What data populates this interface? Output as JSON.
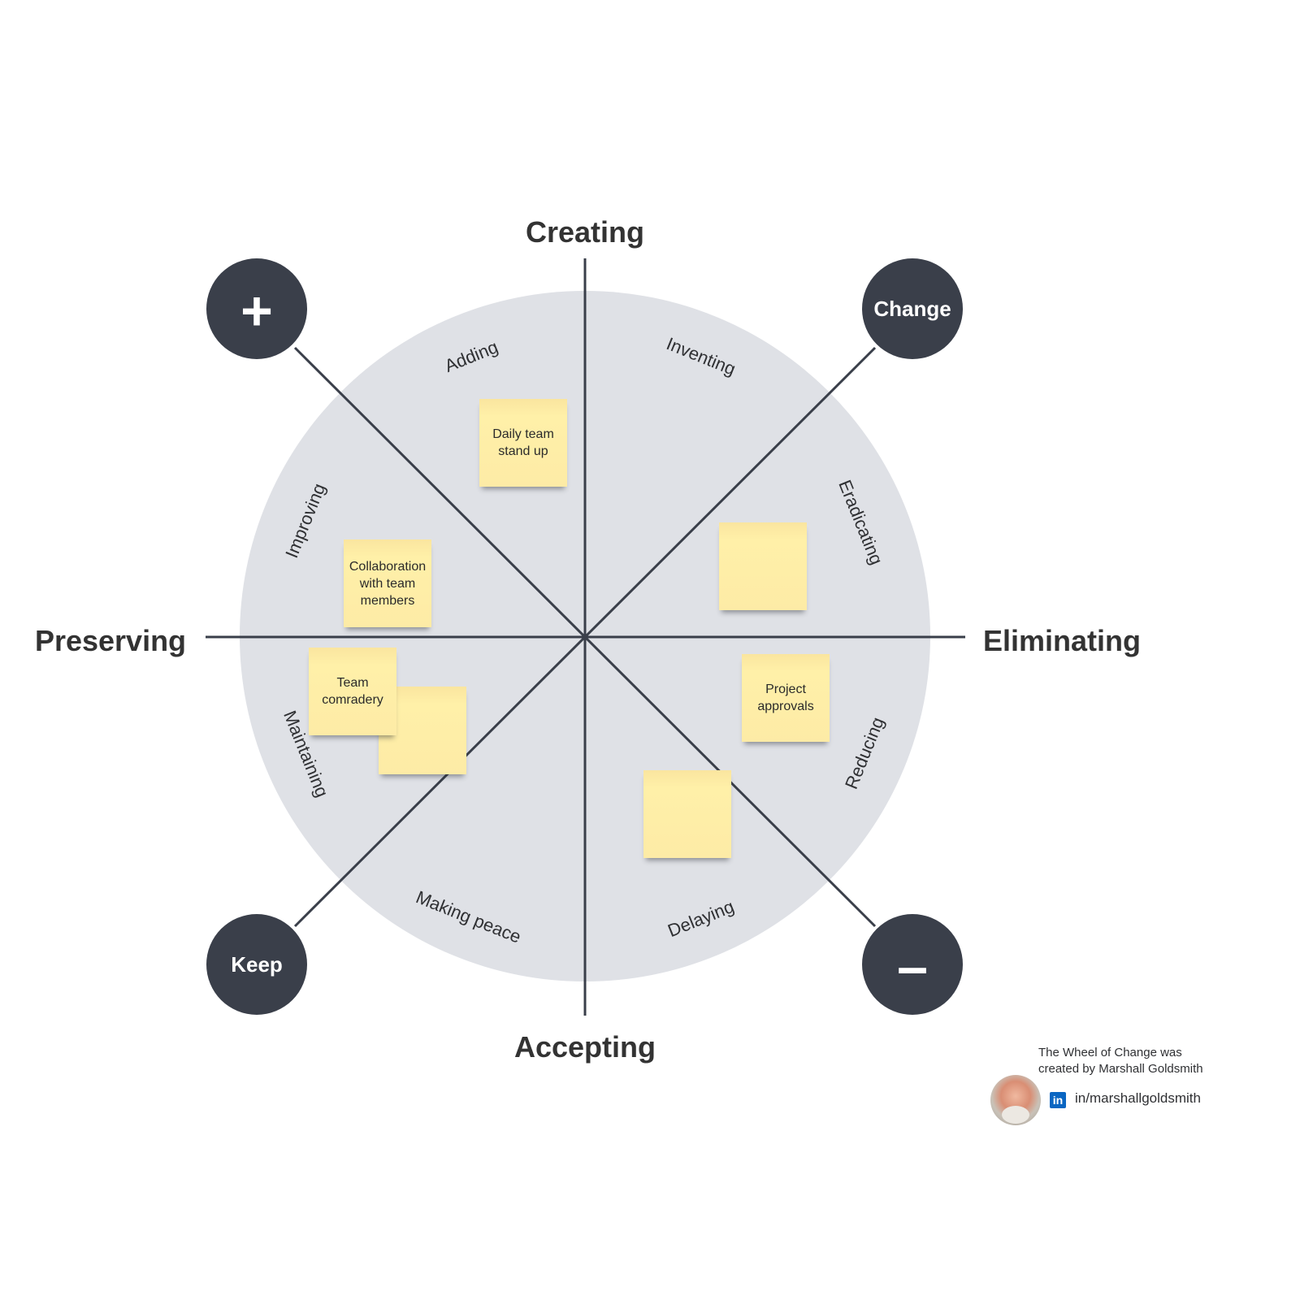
{
  "axes": {
    "top": "Creating",
    "bottom": "Accepting",
    "left": "Preserving",
    "right": "Eliminating"
  },
  "nodes": {
    "top_left": {
      "symbol": "+",
      "icon": "plus-icon"
    },
    "top_right": {
      "label": "Change"
    },
    "bottom_left": {
      "label": "Keep"
    },
    "bottom_right": {
      "symbol": "–",
      "icon": "minus-icon"
    }
  },
  "segments": {
    "adding": "Adding",
    "inventing": "Inventing",
    "eradicating": "Eradicating",
    "reducing": "Reducing",
    "delaying": "Delaying",
    "making_peace": "Making peace",
    "maintaining": "Maintaining",
    "improving": "Improving"
  },
  "stickies": [
    {
      "text": "Daily team stand up",
      "quadrant": "Adding"
    },
    {
      "text": "Collaboration with team members",
      "quadrant": "Improving"
    },
    {
      "text": "",
      "quadrant": "Eradicating"
    },
    {
      "text": "Team comradery",
      "quadrant": "Maintaining"
    },
    {
      "text": "",
      "quadrant": "Maintaining"
    },
    {
      "text": "Project approvals",
      "quadrant": "Reducing"
    },
    {
      "text": "",
      "quadrant": "Delaying"
    }
  ],
  "credit": {
    "line1": "The Wheel of Change was",
    "line2": "created by Marshall Goldsmith",
    "linkedin_icon": "in",
    "linkedin_handle": "in/marshallgoldsmith"
  },
  "colors": {
    "wheel": "#dfe1e6",
    "node": "#3a3f4a",
    "line": "#3a3f4a",
    "sticky": "#fdeba6",
    "linkedin": "#0a66c2"
  }
}
